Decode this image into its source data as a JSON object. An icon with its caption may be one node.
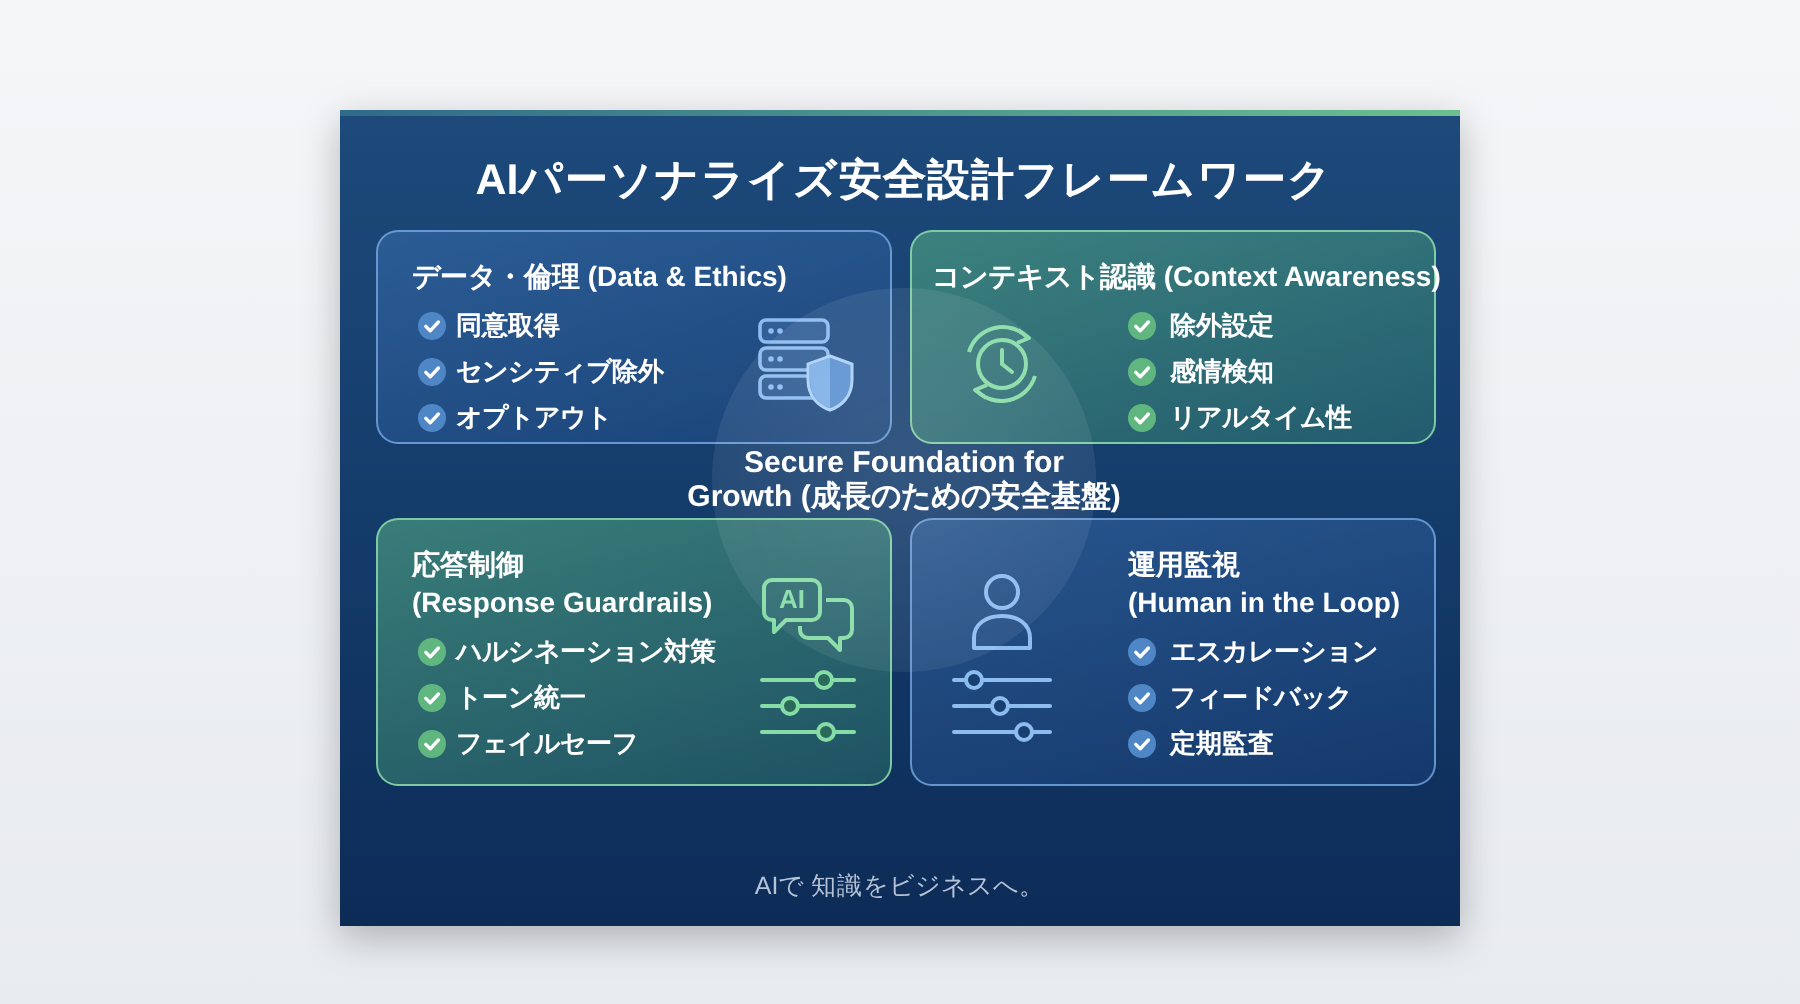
{
  "diagram": {
    "title": "AIパーソナライズ安全設計フレームワーク",
    "nodes": [
      {
        "text": [
          "データ・倫理 (Data & Ethics)",
          "同意取得",
          "センシティブ除外",
          "オプトアウト"
        ]
      },
      {
        "text": [
          "コンテキスト認識 (Context Awareness)",
          "除外設定",
          "感情検知",
          "リアルタイム性"
        ]
      },
      {
        "text": [
          "Secure Foundation for Growth (成長のための安全基盤)"
        ]
      },
      {
        "text": [
          "応答制御 (Response Guardrails)",
          "AI",
          "ハルシネーション対策",
          "トーン統一",
          "フェイルセーフ"
        ]
      },
      {
        "text": [
          "運用監視 (Human in the Loop)",
          "エスカレーション",
          "フィードバック",
          "定期監査"
        ]
      }
    ],
    "labels": [
      "AIで 知識をビジネスへ。"
    ]
  }
}
